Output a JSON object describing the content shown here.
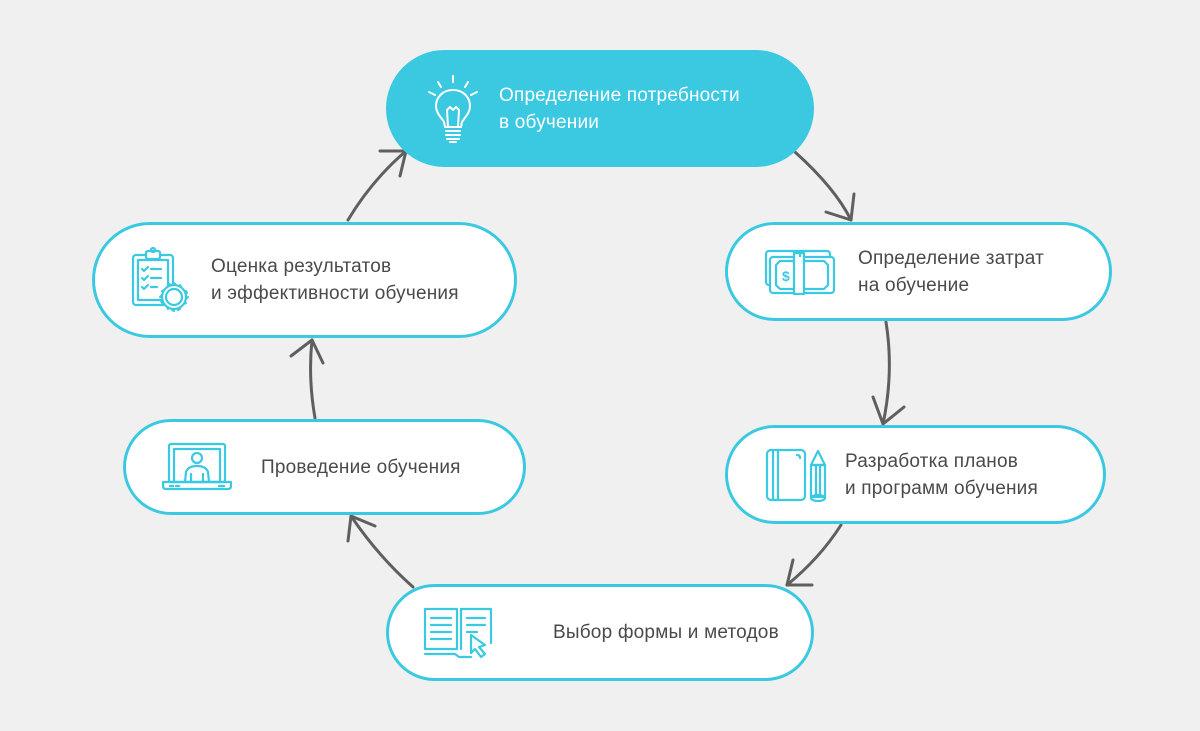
{
  "diagram": {
    "type": "cycle",
    "colors": {
      "accent": "#3bc9e2",
      "background": "#f0f0f0",
      "node_fill": "#ffffff",
      "text": "#4a4a4a",
      "arrow": "#5f5f5f"
    },
    "nodes": [
      {
        "id": "need",
        "icon": "lightbulb-icon",
        "lines": [
          "Определение потребности",
          "в обучении"
        ],
        "highlighted": true
      },
      {
        "id": "cost",
        "icon": "money-icon",
        "lines": [
          "Определение затрат",
          "на обучение"
        ]
      },
      {
        "id": "plan",
        "icon": "notebook-pencil-icon",
        "lines": [
          "Разработка планов",
          "и программ обучения"
        ]
      },
      {
        "id": "method",
        "icon": "book-cursor-icon",
        "lines": [
          "Выбор формы и методов"
        ]
      },
      {
        "id": "conduct",
        "icon": "laptop-person-icon",
        "lines": [
          "Проведение обучения"
        ]
      },
      {
        "id": "eval",
        "icon": "clipboard-gear-icon",
        "lines": [
          "Оценка результатов",
          "и эффективности обучения"
        ]
      }
    ],
    "edges": [
      {
        "from": "need",
        "to": "cost"
      },
      {
        "from": "cost",
        "to": "plan"
      },
      {
        "from": "plan",
        "to": "method"
      },
      {
        "from": "method",
        "to": "conduct"
      },
      {
        "from": "conduct",
        "to": "eval"
      },
      {
        "from": "eval",
        "to": "need"
      }
    ]
  }
}
